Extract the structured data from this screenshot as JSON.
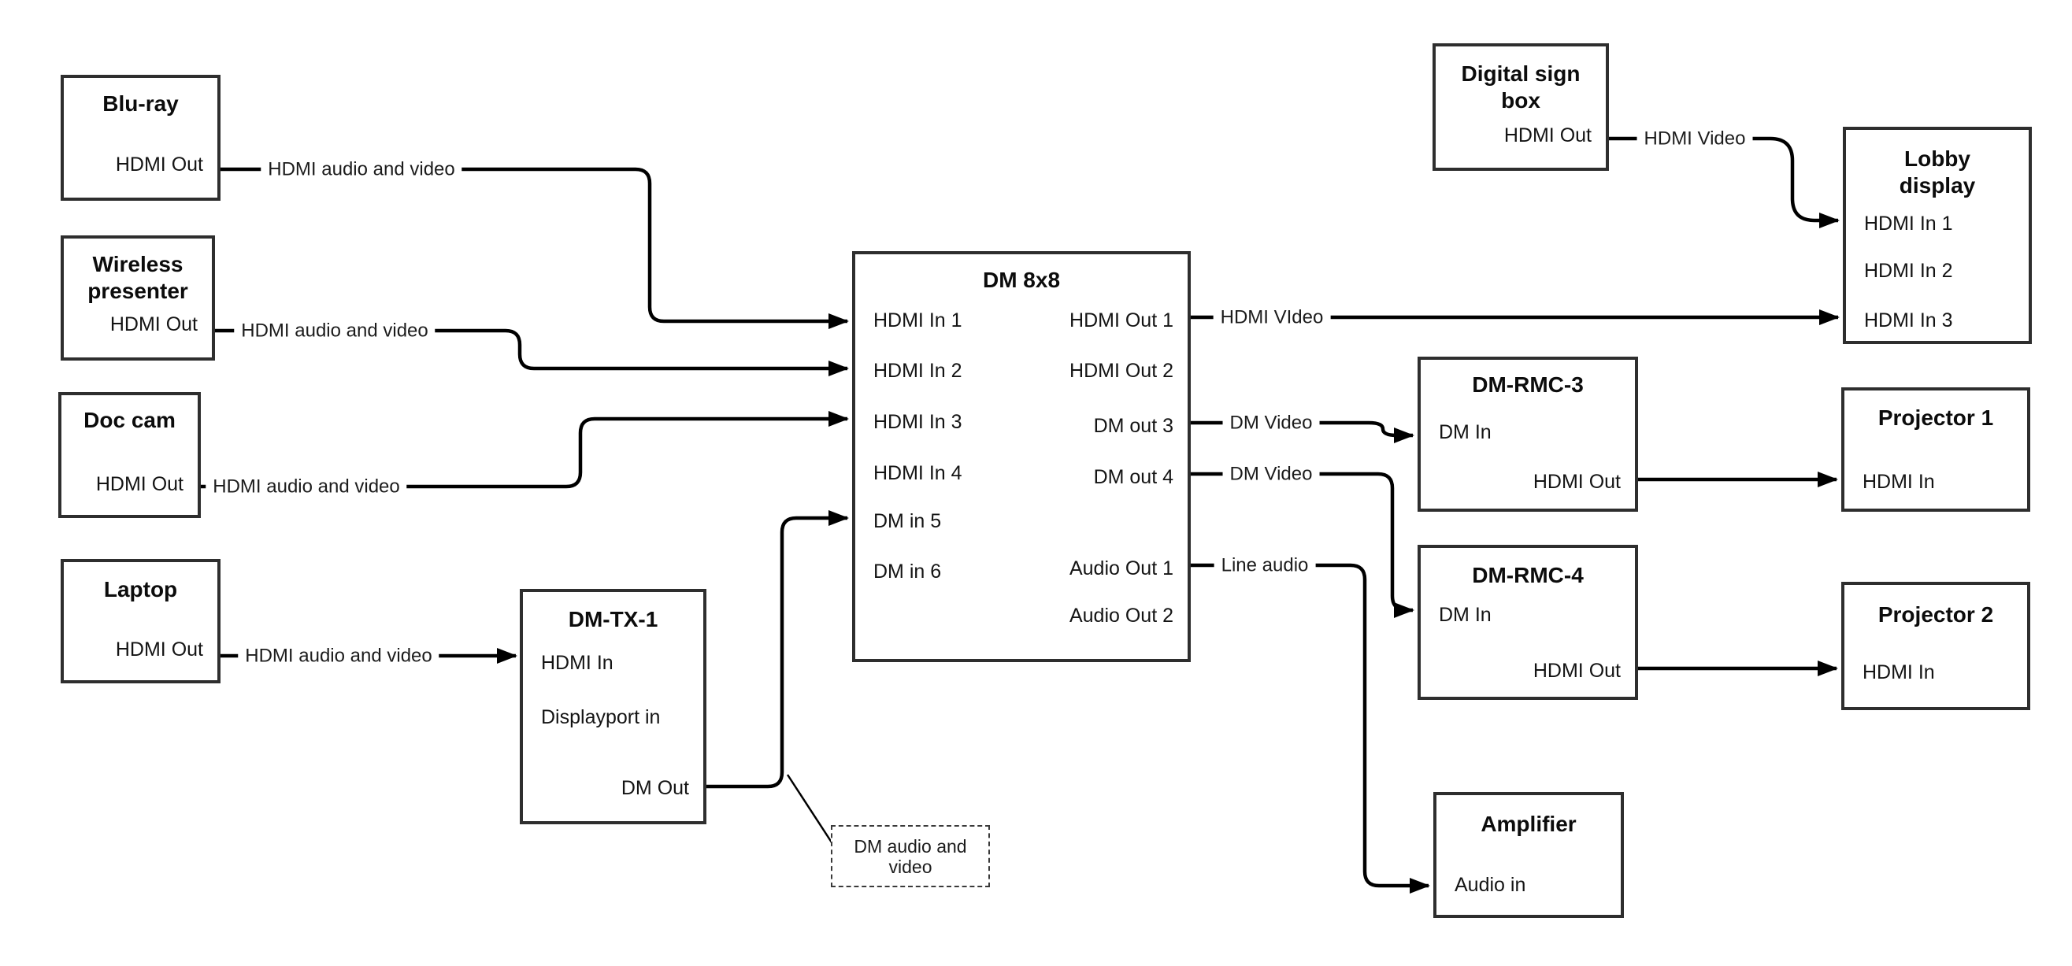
{
  "colors": {
    "line": "#000000",
    "box_border": "#2e2e2e",
    "background": "#ffffff"
  },
  "diagram": {
    "nodes": {
      "bluray": {
        "title": "Blu-ray",
        "ports": {
          "hdmi_out": "HDMI Out"
        }
      },
      "wireless": {
        "title": "Wireless presenter",
        "ports": {
          "hdmi_out": "HDMI Out"
        }
      },
      "doccam": {
        "title": "Doc cam",
        "ports": {
          "hdmi_out": "HDMI Out"
        }
      },
      "laptop": {
        "title": "Laptop",
        "ports": {
          "hdmi_out": "HDMI Out"
        }
      },
      "dmtx1": {
        "title": "DM-TX-1",
        "ports": {
          "hdmi_in": "HDMI In",
          "displayport_in": "Displayport in",
          "dm_out": "DM Out"
        }
      },
      "dm8x8": {
        "title": "DM 8x8",
        "ports": {
          "hdmi_in_1": "HDMI In 1",
          "hdmi_in_2": "HDMI In 2",
          "hdmi_in_3": "HDMI In 3",
          "hdmi_in_4": "HDMI In 4",
          "dm_in_5": "DM in 5",
          "dm_in_6": "DM in 6",
          "hdmi_out_1": "HDMI Out 1",
          "hdmi_out_2": "HDMI Out 2",
          "dm_out_3": "DM out 3",
          "dm_out_4": "DM out 4",
          "audio_out_1": "Audio Out 1",
          "audio_out_2": "Audio Out 2"
        }
      },
      "digisign": {
        "title": "Digital sign box",
        "ports": {
          "hdmi_out": "HDMI Out"
        }
      },
      "lobby": {
        "title": "Lobby display",
        "ports": {
          "hdmi_in_1": "HDMI In 1",
          "hdmi_in_2": "HDMI In 2",
          "hdmi_in_3": "HDMI In 3"
        }
      },
      "dmrmc3": {
        "title": "DM-RMC-3",
        "ports": {
          "dm_in": "DM In",
          "hdmi_out": "HDMI Out"
        }
      },
      "proj1": {
        "title": "Projector 1",
        "ports": {
          "hdmi_in": "HDMI In"
        }
      },
      "dmrmc4": {
        "title": "DM-RMC-4",
        "ports": {
          "dm_in": "DM In",
          "hdmi_out": "HDMI Out"
        }
      },
      "proj2": {
        "title": "Projector 2",
        "ports": {
          "hdmi_in": "HDMI In"
        }
      },
      "amplifier": {
        "title": "Amplifier",
        "ports": {
          "audio_in": "Audio in"
        }
      }
    },
    "edge_labels": {
      "bluray_to_dm8x8": "HDMI audio and video",
      "wireless_to_dm8x8": "HDMI audio and video",
      "doccam_to_dm8x8": "HDMI audio and video",
      "laptop_to_dmtx1": "HDMI audio and video",
      "hdmi_out_1_to_lobby": "HDMI VIdeo",
      "digisign_to_lobby": "HDMI Video",
      "dm_out_3_to_dmrmc3": "DM Video",
      "dm_out_4_to_dmrmc4": "DM Video",
      "audio_out_1_to_amplifier": "Line audio"
    },
    "callout": {
      "text": "DM audio and video"
    }
  }
}
